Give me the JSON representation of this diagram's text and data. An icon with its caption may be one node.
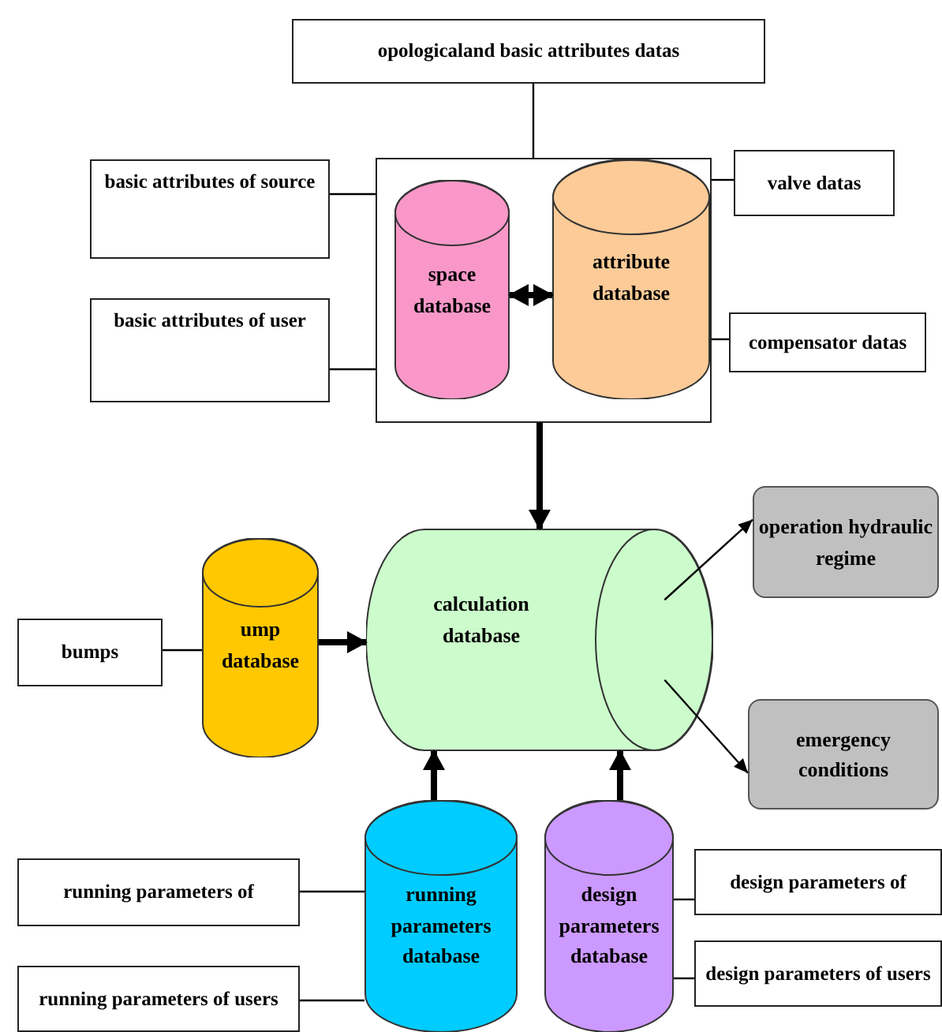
{
  "diagram": {
    "nodes": [
      {
        "text": [
          "opologicaland basic attributes datas"
        ]
      },
      {
        "text": [],
        "shape": "box"
      },
      {
        "text": [
          "space database"
        ],
        "in": 1
      },
      {
        "text": [
          "attribute database"
        ],
        "in": 1
      },
      {
        "text": [
          "basic attributes of source"
        ]
      },
      {
        "text": [
          "basic attributes of user"
        ]
      },
      {
        "text": [
          "valve datas"
        ]
      },
      {
        "text": [
          "compensator datas"
        ]
      },
      {
        "text": [
          "ump database"
        ]
      },
      {
        "text": [
          "bumps"
        ]
      },
      {
        "text": [
          "calculation database"
        ]
      },
      {
        "text": [
          "operation hydraulic regime"
        ]
      },
      {
        "text": [
          "emergency conditions"
        ]
      },
      {
        "text": [
          "running parameters database"
        ]
      },
      {
        "text": [
          "design parameters database"
        ]
      },
      {
        "text": [
          "running parameters of"
        ]
      },
      {
        "text": [
          "running parameters of users"
        ]
      },
      {
        "text": [
          "design parameters of"
        ]
      },
      {
        "text": [
          "design parameters of users"
        ]
      }
    ],
    "edges": [
      {
        "from": 0,
        "to": 1,
        "arrow": "none"
      },
      {
        "from": 4,
        "to": 1,
        "arrow": "none"
      },
      {
        "from": 5,
        "to": 1,
        "arrow": "none"
      },
      {
        "from": 6,
        "to": 1,
        "arrow": "none"
      },
      {
        "from": 7,
        "to": 1,
        "arrow": "none"
      },
      {
        "from": 2,
        "to": 3,
        "arrow": "both",
        "style": "thick"
      },
      {
        "from": 1,
        "to": 10,
        "arrow": "to",
        "style": "thick"
      },
      {
        "from": 9,
        "to": 8,
        "arrow": "none"
      },
      {
        "from": 8,
        "to": 10,
        "arrow": "to",
        "style": "thick"
      },
      {
        "from": 13,
        "to": 10,
        "arrow": "to",
        "style": "thick"
      },
      {
        "from": 14,
        "to": 10,
        "arrow": "to",
        "style": "thick"
      },
      {
        "from": 10,
        "to": 11,
        "arrow": "to"
      },
      {
        "from": 10,
        "to": 12,
        "arrow": "to"
      },
      {
        "from": 15,
        "to": 13,
        "arrow": "none"
      },
      {
        "from": 16,
        "to": 13,
        "arrow": "none"
      },
      {
        "from": 17,
        "to": 14,
        "arrow": "none"
      },
      {
        "from": 18,
        "to": 14,
        "arrow": "none"
      }
    ]
  }
}
